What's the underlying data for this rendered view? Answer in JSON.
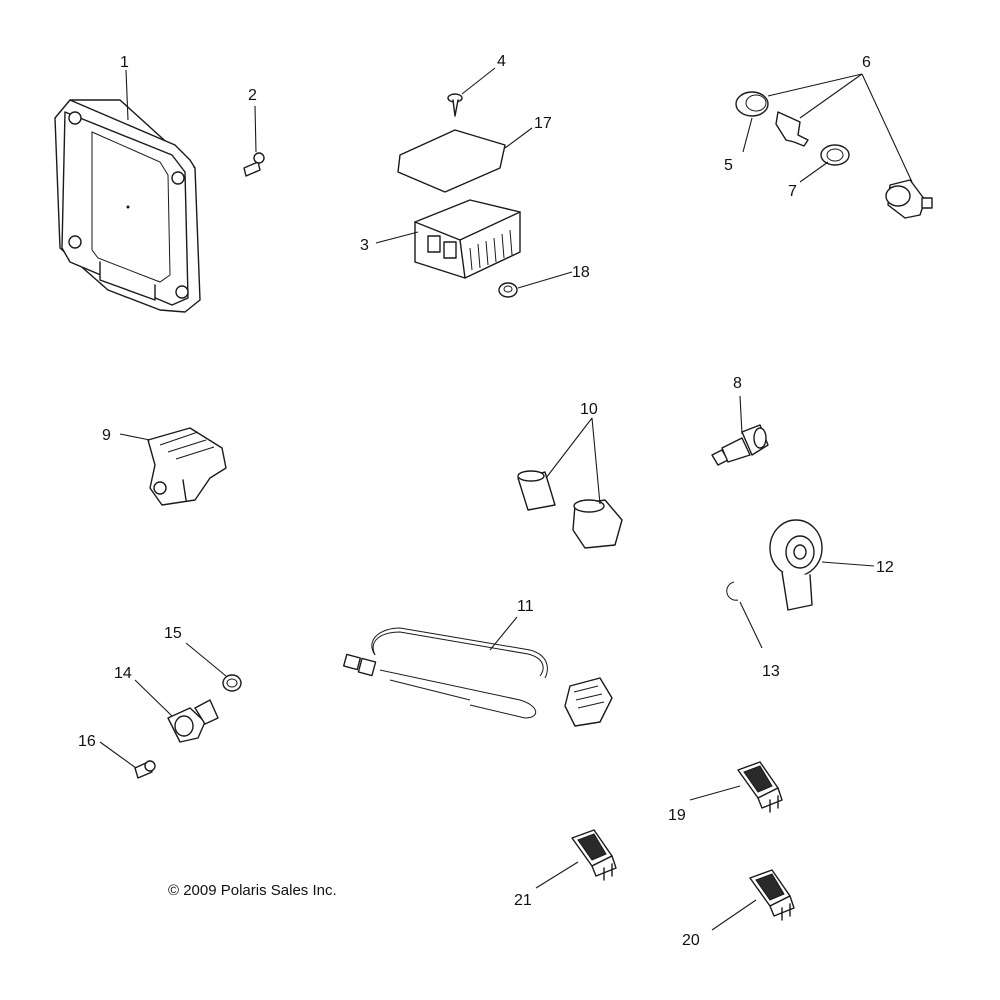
{
  "callouts": {
    "c1": "1",
    "c2": "2",
    "c3": "3",
    "c4": "4",
    "c5": "5",
    "c6": "6",
    "c7": "7",
    "c8": "8",
    "c9": "9",
    "c10": "10",
    "c11": "11",
    "c12": "12",
    "c13": "13",
    "c14": "14",
    "c15": "15",
    "c16": "16",
    "c17": "17",
    "c18": "18",
    "c19": "19",
    "c20": "20",
    "c21": "21"
  },
  "copyright": "© 2009 Polaris Sales Inc."
}
